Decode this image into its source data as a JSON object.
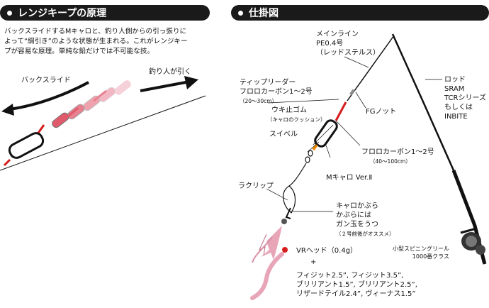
{
  "left": {
    "title": "レンジキープの原理",
    "paragraph": [
      "バックスライドするMキャロと、釣り人側からの引っ張りに",
      "よって“綱引き”のような状態が生まれる。これがレンジキー",
      "プが容易な原理。単純な鉛だけでは不可能な技。"
    ],
    "backslide_label": "バックスライド",
    "angler_label": "釣り人が引く"
  },
  "right": {
    "title": "仕掛図",
    "mainline": [
      "メインライン",
      "PE0.4号",
      "（レッドステルス）"
    ],
    "rod": [
      "ロッド",
      "SRAM",
      "TCRシリーズ",
      "もしくは",
      "INBITE"
    ],
    "leader": "ティップリーダー",
    "leader_line": "フロロカーボン1～2号",
    "leader_len": "（20～30cm）",
    "fg_knot": "FGノット",
    "float_stop": "ウキ止ゴム",
    "float_stop_note": "（キャロのクッション）",
    "swivel": "スイベル",
    "fluoro_line": "フロロカーボン1～2号",
    "fluoro_len": "（40～100cm）",
    "mcaro": "Mキャロ Ver.Ⅱ",
    "snap": "ラクリップ",
    "caro_kabura": [
      "キャロかぶら",
      "かぶらには",
      "ガン玉をうつ"
    ],
    "caro_note": "（２号前後がオススメ）",
    "reel": [
      "小型スピニングリール",
      "1000番クラス"
    ],
    "vr_head": "VRヘッド（0.4g）",
    "plus": "+",
    "worms": [
      "フィジット2.5”, フィジット3.5”,",
      "ブリリアント1.5”, ブリリアント2.5”,",
      "リザードテイル2.4”, ヴィーナス1.5”"
    ]
  },
  "colors": {
    "red": "#d61c1c",
    "pink": "#e8a5b8",
    "header": "#1a1a1a",
    "orange": "#f08a00"
  }
}
